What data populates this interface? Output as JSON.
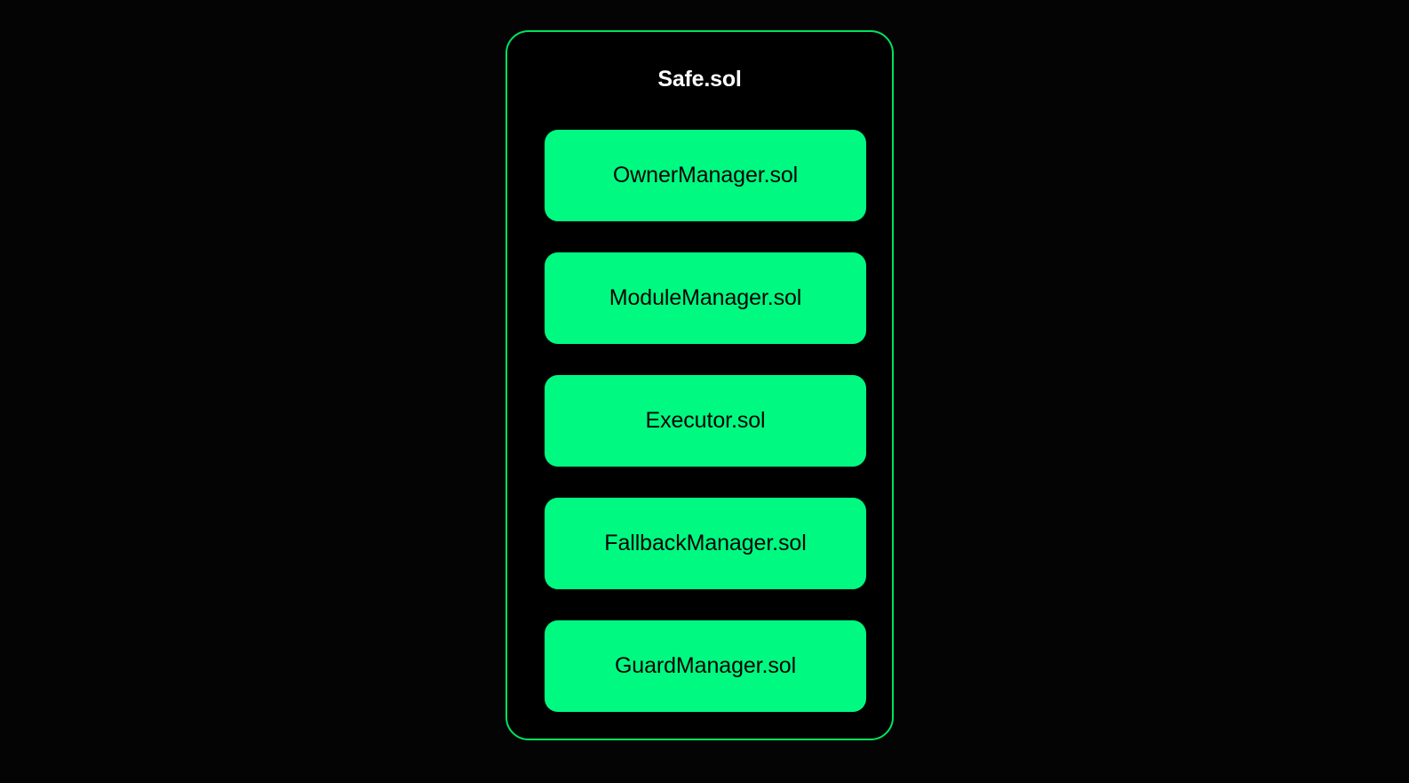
{
  "diagram": {
    "background_color": "#040404",
    "container": {
      "title": "Safe.sol",
      "border_color": "#00e360",
      "title_color": "#ffffff",
      "fill_color": "#000000"
    },
    "modules": [
      {
        "label": "OwnerManager.sol",
        "fill_color": "#00fa81",
        "text_color": "#040404"
      },
      {
        "label": "ModuleManager.sol",
        "fill_color": "#00fa81",
        "text_color": "#040404"
      },
      {
        "label": "Executor.sol",
        "fill_color": "#00fa81",
        "text_color": "#040404"
      },
      {
        "label": "FallbackManager.sol",
        "fill_color": "#00fa81",
        "text_color": "#040404"
      },
      {
        "label": "GuardManager.sol",
        "fill_color": "#00fa81",
        "text_color": "#040404"
      }
    ]
  }
}
